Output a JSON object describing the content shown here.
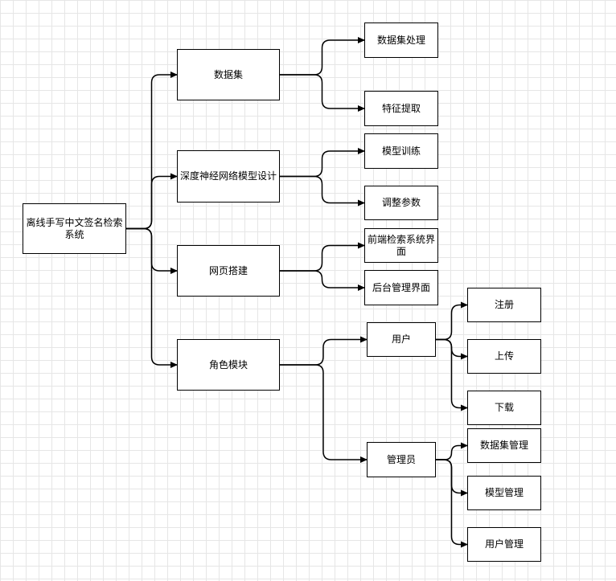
{
  "diagram": {
    "nodes": [
      {
        "id": "root",
        "label": "离线手写中文签名检索系统"
      },
      {
        "id": "dataset",
        "label": "数据集"
      },
      {
        "id": "dnn",
        "label": "深度神经网络模型设计"
      },
      {
        "id": "web",
        "label": "网页搭建"
      },
      {
        "id": "role",
        "label": "角色模块"
      },
      {
        "id": "ds_proc",
        "label": "数据集处理"
      },
      {
        "id": "feat",
        "label": "特征提取"
      },
      {
        "id": "train",
        "label": "模型训练"
      },
      {
        "id": "tune",
        "label": "调整参数"
      },
      {
        "id": "front",
        "label": "前端检索系统界面"
      },
      {
        "id": "back",
        "label": "后台管理界面"
      },
      {
        "id": "user",
        "label": "用户"
      },
      {
        "id": "admin",
        "label": "管理员"
      },
      {
        "id": "register",
        "label": "注册"
      },
      {
        "id": "upload",
        "label": "上传"
      },
      {
        "id": "download",
        "label": "下载"
      },
      {
        "id": "ds_mgmt",
        "label": "数据集管理"
      },
      {
        "id": "model_mgmt",
        "label": "模型管理"
      },
      {
        "id": "user_mgmt",
        "label": "用户管理"
      }
    ],
    "edges": [
      [
        "root",
        "dataset"
      ],
      [
        "root",
        "dnn"
      ],
      [
        "root",
        "web"
      ],
      [
        "root",
        "role"
      ],
      [
        "dataset",
        "ds_proc"
      ],
      [
        "dataset",
        "feat"
      ],
      [
        "dnn",
        "train"
      ],
      [
        "dnn",
        "tune"
      ],
      [
        "web",
        "front"
      ],
      [
        "web",
        "back"
      ],
      [
        "role",
        "user"
      ],
      [
        "role",
        "admin"
      ],
      [
        "user",
        "register"
      ],
      [
        "user",
        "upload"
      ],
      [
        "user",
        "download"
      ],
      [
        "admin",
        "ds_mgmt"
      ],
      [
        "admin",
        "model_mgmt"
      ],
      [
        "admin",
        "user_mgmt"
      ]
    ]
  }
}
